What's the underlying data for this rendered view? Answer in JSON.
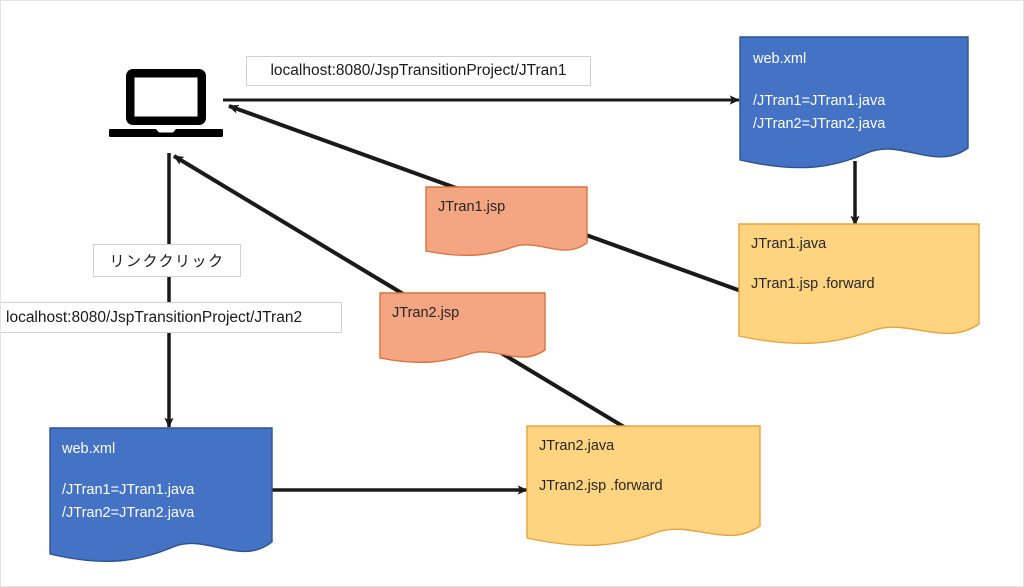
{
  "diagram": {
    "title": "JSP transition project request flow",
    "type": "flow-diagram",
    "background": "#ffffff",
    "border_color": "#e3e3e3",
    "colors": {
      "blue_fill": "#4472C4",
      "blue_stroke": "#2F528F",
      "yellow_fill": "#FFD480",
      "yellow_stroke": "#E8A33D",
      "salmon_fill": "#F4A582",
      "salmon_stroke": "#D9733F",
      "edge": "#1a1a1a",
      "label_border": "#d0d0d0",
      "label_text": "#1a1a1a",
      "icon": "#000000"
    }
  },
  "client": {
    "icon_name": "laptop-icon",
    "alt": "client browser laptop"
  },
  "labels": {
    "url_top": "localhost:8080/JspTransitionProject/JTran1",
    "link_click": "リンククリック",
    "url_bottom": "localhost:8080/JspTransitionProject/JTran2"
  },
  "nodes": {
    "webxml_top": {
      "title": "web.xml",
      "lines": [
        "/JTran1=JTran1.java",
        "/JTran2=JTran2.java"
      ]
    },
    "jtran1_java": {
      "title": "JTran1.java",
      "lines": [
        "JTran1.jsp .forward"
      ]
    },
    "jtran1_jsp": {
      "title": "JTran1.jsp",
      "lines": []
    },
    "jtran2_jsp": {
      "title": "JTran2.jsp",
      "lines": []
    },
    "webxml_bottom": {
      "title": "web.xml",
      "lines": [
        "/JTran1=JTran1.java",
        "/JTran2=JTran2.java"
      ]
    },
    "jtran2_java": {
      "title": "JTran2.java",
      "lines": [
        "JTran2.jsp .forward"
      ]
    }
  },
  "edges": [
    {
      "name": "laptop-to-webxml-top",
      "from": "client",
      "to": "webxml_top",
      "direction": "right"
    },
    {
      "name": "webxml-top-to-jtran1-java",
      "from": "webxml_top",
      "to": "jtran1_java",
      "direction": "down"
    },
    {
      "name": "jtran1-java-to-laptop",
      "from": "jtran1_java",
      "to": "client",
      "direction": "up-left"
    },
    {
      "name": "laptop-to-webxml-bottom",
      "from": "client",
      "to": "webxml_bottom",
      "direction": "down"
    },
    {
      "name": "webxml-bottom-to-jtran2-java",
      "from": "webxml_bottom",
      "to": "jtran2_java",
      "direction": "right"
    },
    {
      "name": "jtran2-java-to-laptop",
      "from": "jtran2_java",
      "to": "client",
      "direction": "up-left"
    }
  ]
}
